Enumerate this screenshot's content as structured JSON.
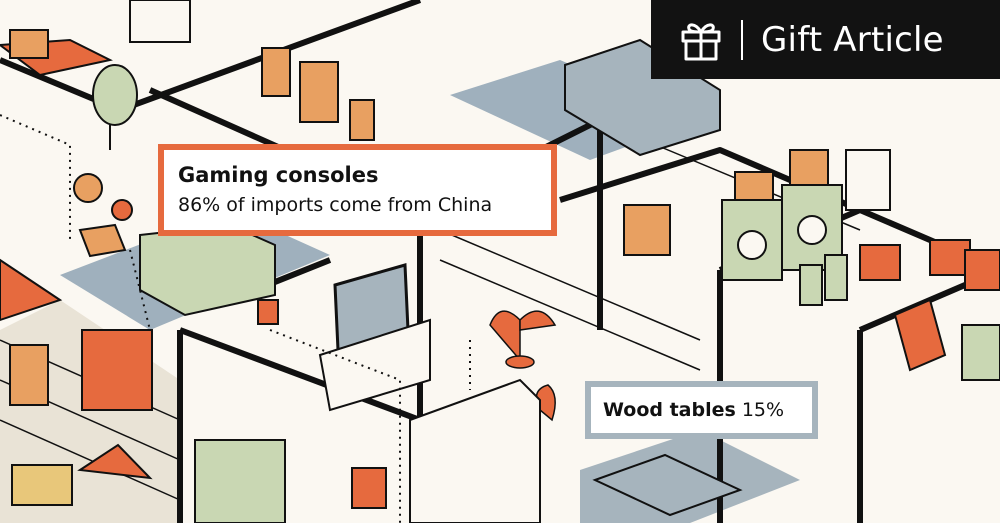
{
  "gift_button": {
    "label": "Gift Article",
    "icon": "gift-icon"
  },
  "callouts": [
    {
      "title": "Gaming consoles",
      "subtitle": "86% of imports come from China"
    },
    {
      "title": "Wood tables",
      "value": "15%"
    }
  ],
  "colors": {
    "accent_orange": "#e66a3e",
    "slate_blue": "#9fb0bd",
    "sage_green": "#c9d7b3",
    "ink": "#111111",
    "paper": "#fbf8f2",
    "gift_bar": "#121212"
  }
}
